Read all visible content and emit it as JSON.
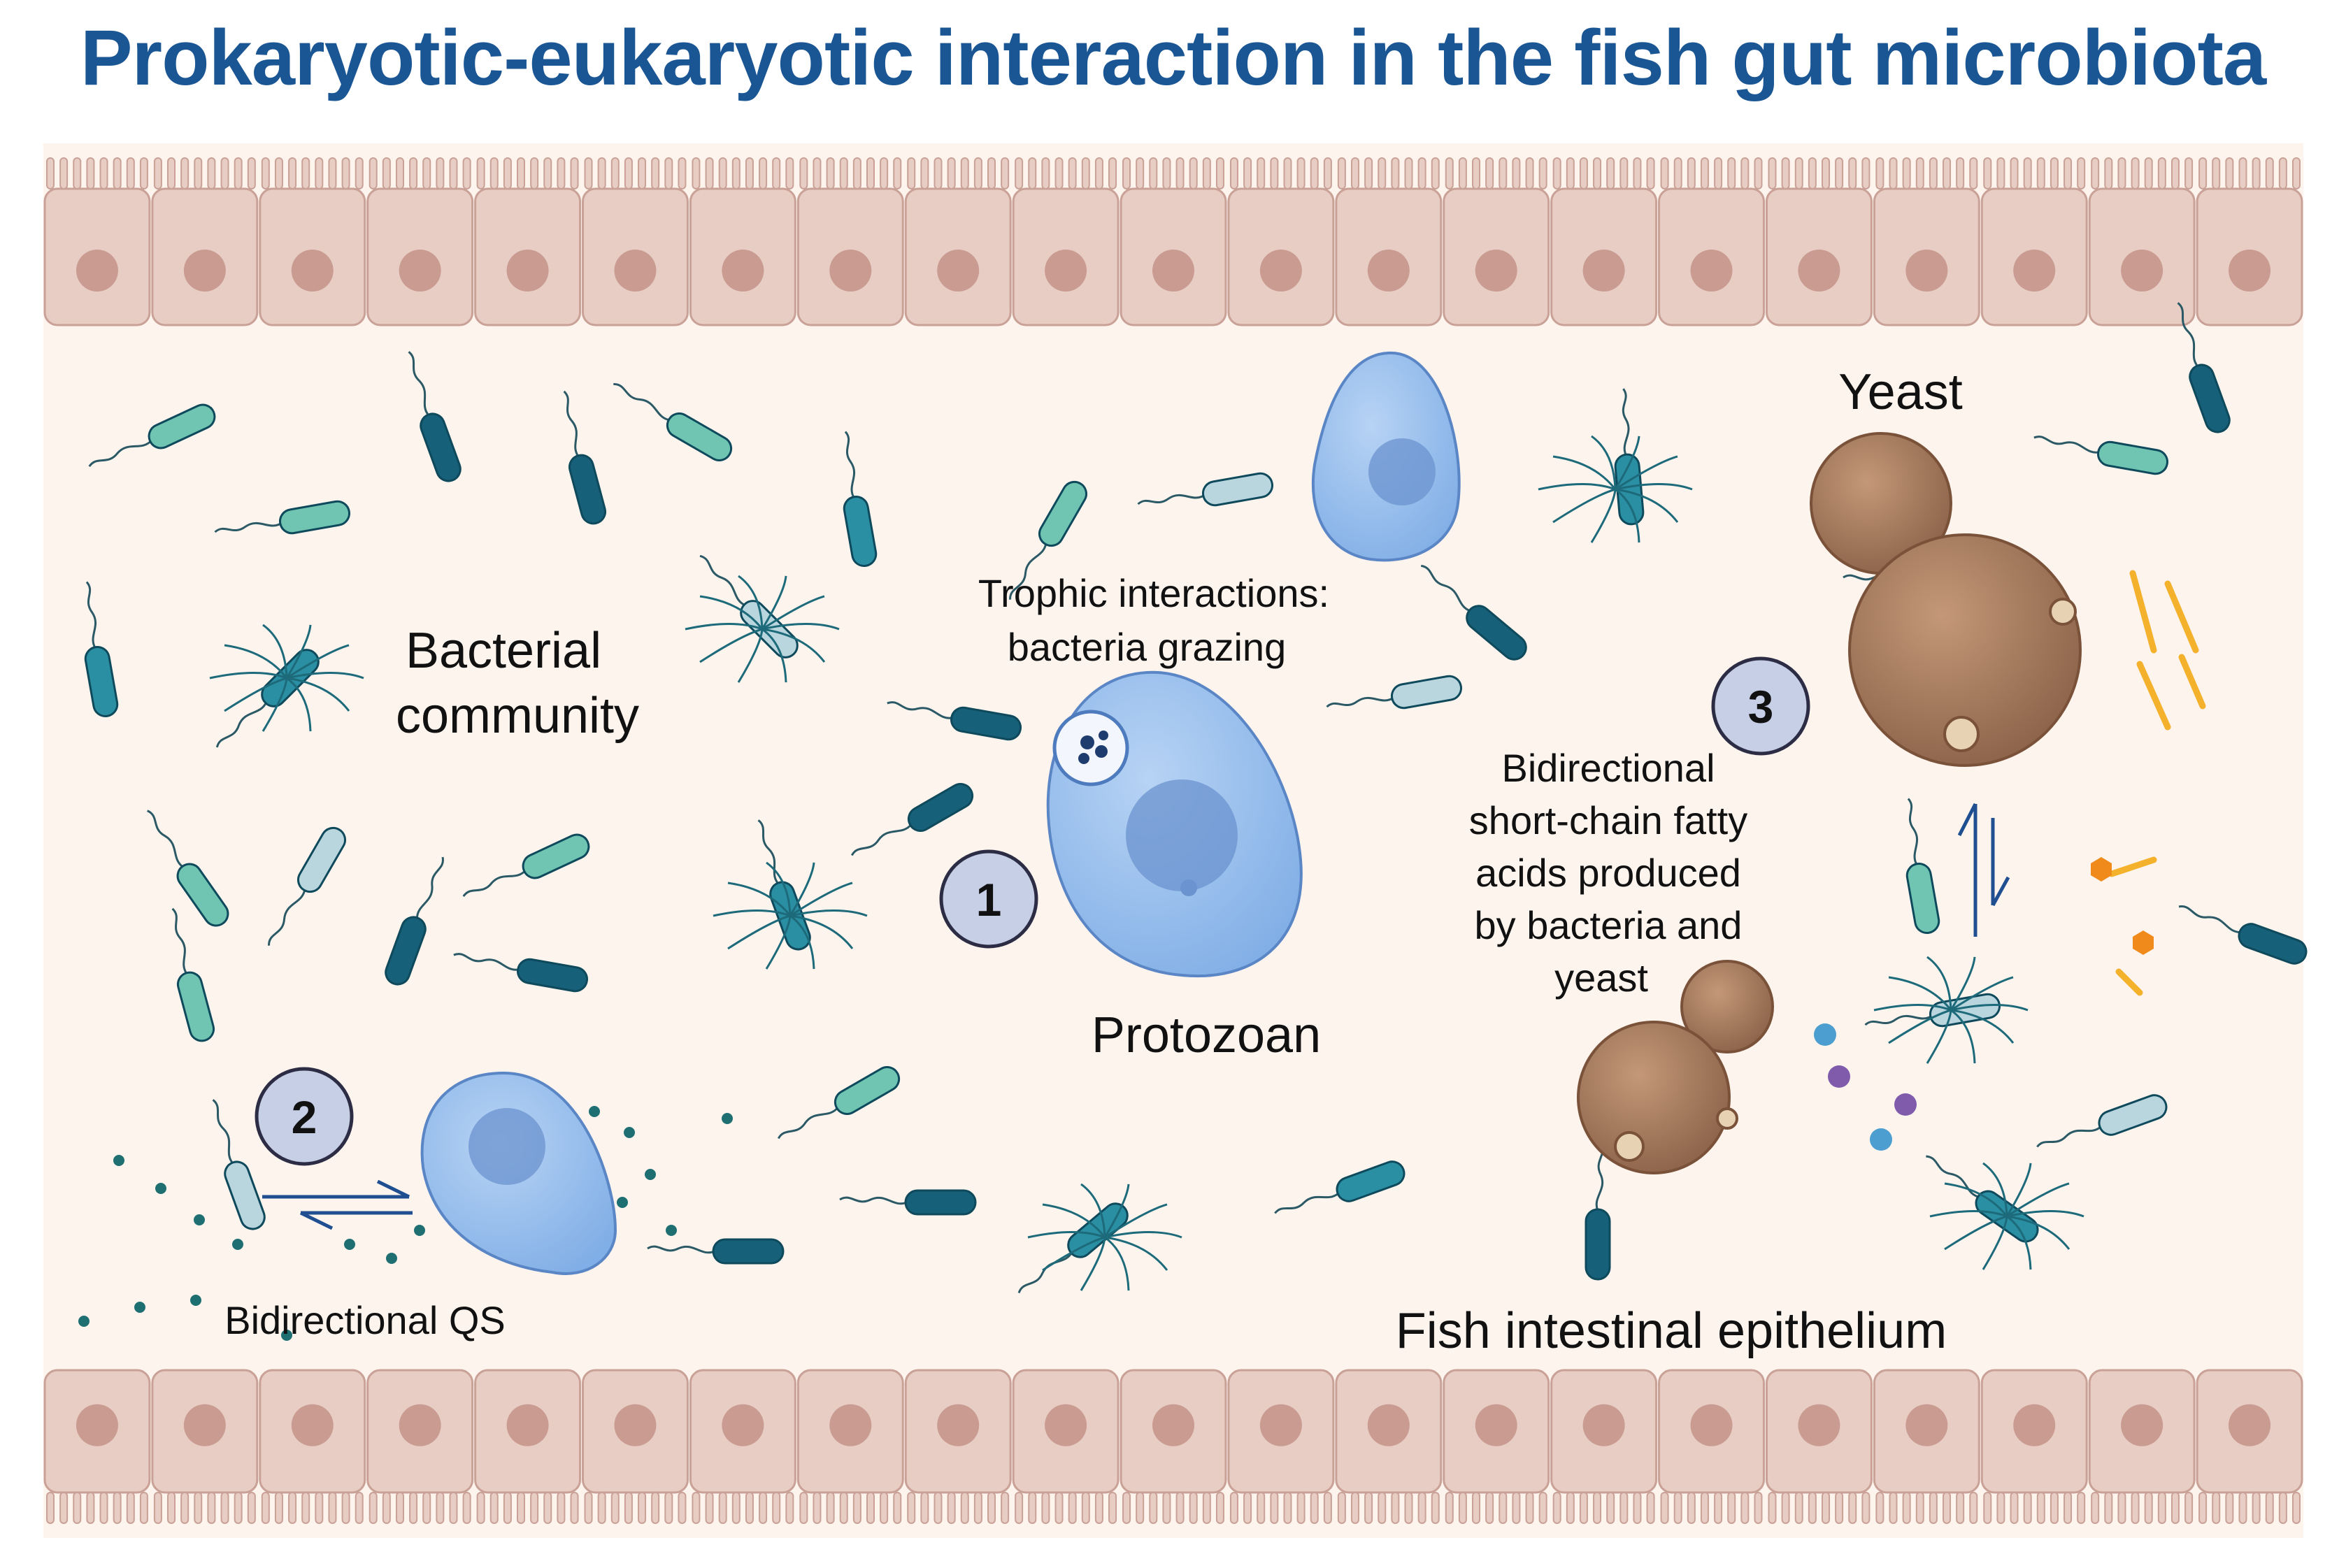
{
  "title": "Prokaryotic-eukaryotic interaction in the fish gut microbiota",
  "labels": {
    "bacterial_line1": "Bacterial",
    "bacterial_line2": "community",
    "trophic_line1": "Trophic interactions:",
    "trophic_line2": "bacteria grazing",
    "protozoan": "Protozoan",
    "yeast": "Yeast",
    "scfa_line1": "Bidirectional",
    "scfa_line2": "short-chain fatty",
    "scfa_line3": "acids produced",
    "scfa_line4": "by bacteria and",
    "scfa_line5": "yeast",
    "qs": "Bidirectional QS",
    "epithelium": "Fish intestinal epithelium"
  },
  "markers": [
    "1",
    "2",
    "3"
  ],
  "colors": {
    "title": "#1b5694",
    "lumen": "#fdf4ee",
    "cell_fill": "#e8cdc4",
    "cell_stroke": "#c9a196",
    "nucleus": "#c99b91",
    "bacteria_dark": "#16607a",
    "bacteria_teal": "#2b8fa3",
    "bacteria_mint": "#6fc4b2",
    "bacteria_pale": "#b9d6df",
    "protozoan": "#8fb8ea",
    "yeast": "#a67a5c",
    "marker": "#c6cfe6",
    "arrow": "#1f4f91",
    "scfa_yellow": "#f3b12c",
    "scfa_orange": "#f08a1b"
  }
}
